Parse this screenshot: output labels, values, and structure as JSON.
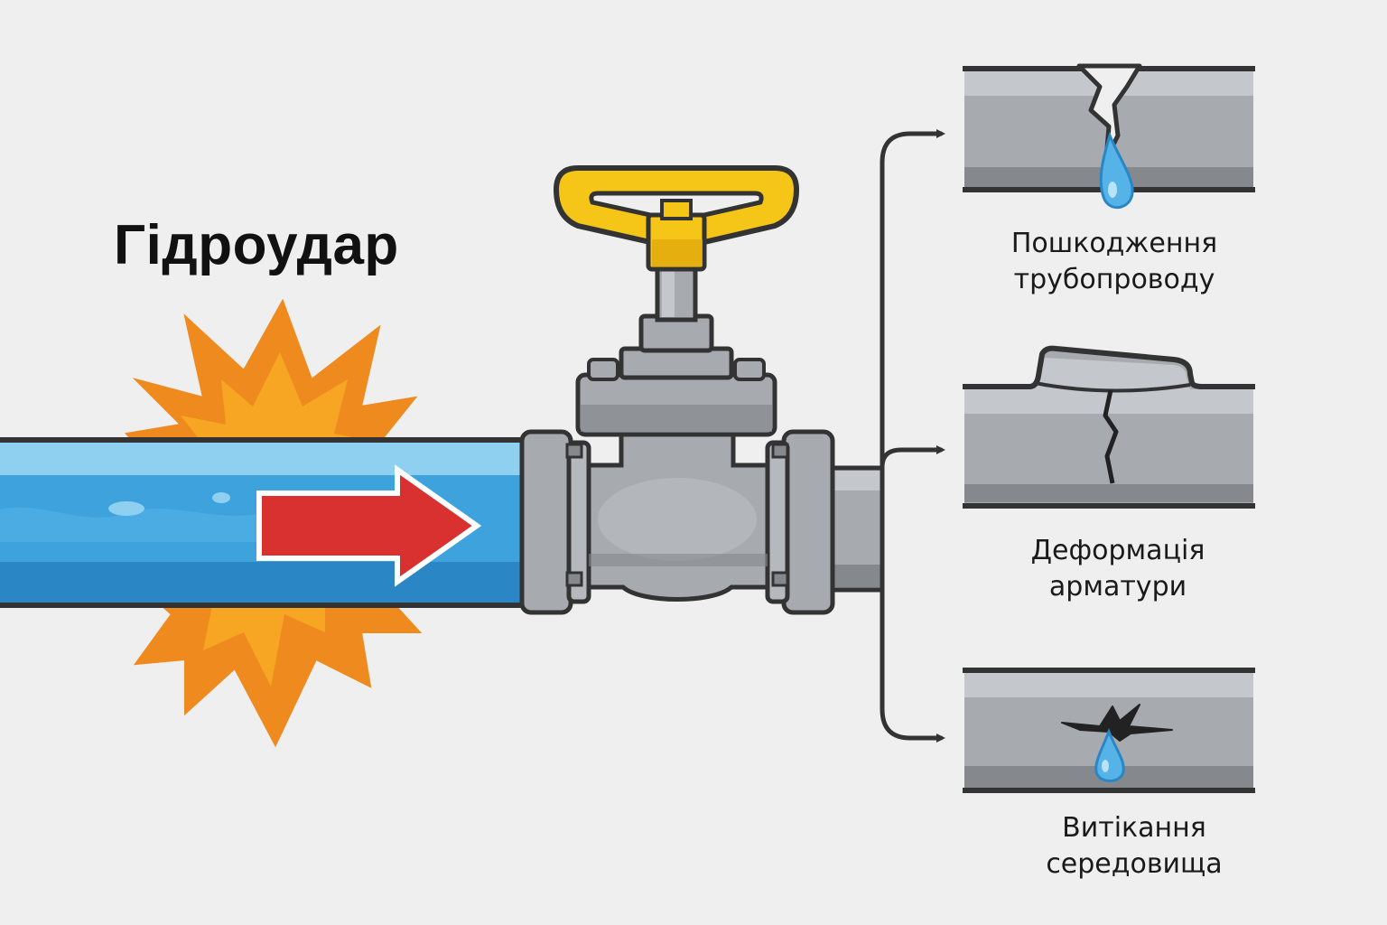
{
  "title": "Гідроудар",
  "effects": [
    {
      "line1": "Пошкодження",
      "line2": "трубопроводу",
      "icon": "cracked-pipe-icon"
    },
    {
      "line1": "Деформація",
      "line2": "арматури",
      "icon": "deformed-pipe-icon"
    },
    {
      "line1": "Витікання",
      "line2": "середовища",
      "icon": "leaking-pipe-icon"
    }
  ],
  "colors": {
    "background": "#efefef",
    "water_light": "#8fd0f0",
    "water": "#3ea3dc",
    "water_dark": "#2a86c4",
    "flow_arrow": "#d93030",
    "burst_outer": "#ef8a1f",
    "burst_inner": "#f6a623",
    "valve_handle": "#f5c518",
    "steel": "#a7abb0",
    "steel_light": "#c4c7cb",
    "steel_dark": "#85898e",
    "outline": "#333333",
    "droplet": "#55b3e8"
  }
}
